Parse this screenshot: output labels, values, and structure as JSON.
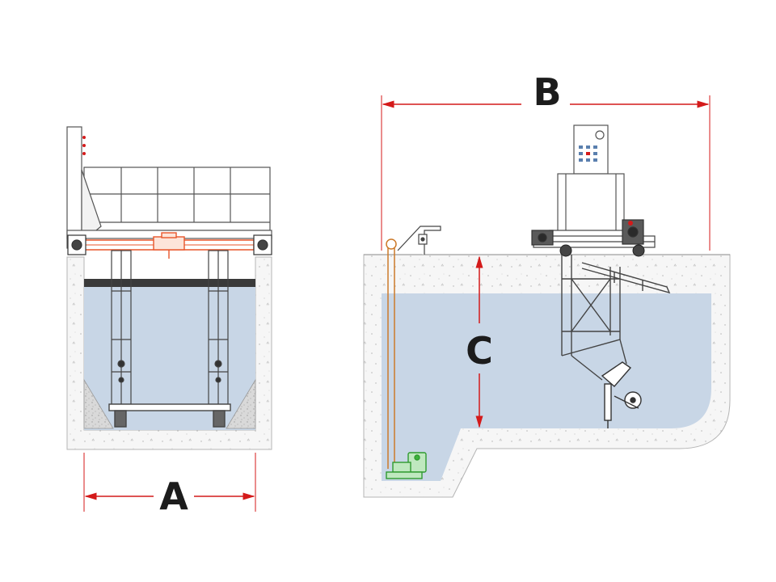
{
  "dimensions": {
    "a": {
      "label": "A"
    },
    "b": {
      "label": "B"
    },
    "c": {
      "label": "C"
    }
  },
  "colors": {
    "dimension_line": "#d41a1a",
    "water": "#c8d6e6",
    "concrete": "#f6f6f6",
    "structure": "#555555",
    "drive_highlight": "#e8552a",
    "pump": "#3cb33c",
    "pipe": "#cc7a2a"
  },
  "icons": {
    "panel_symbol": "gear-icon"
  }
}
